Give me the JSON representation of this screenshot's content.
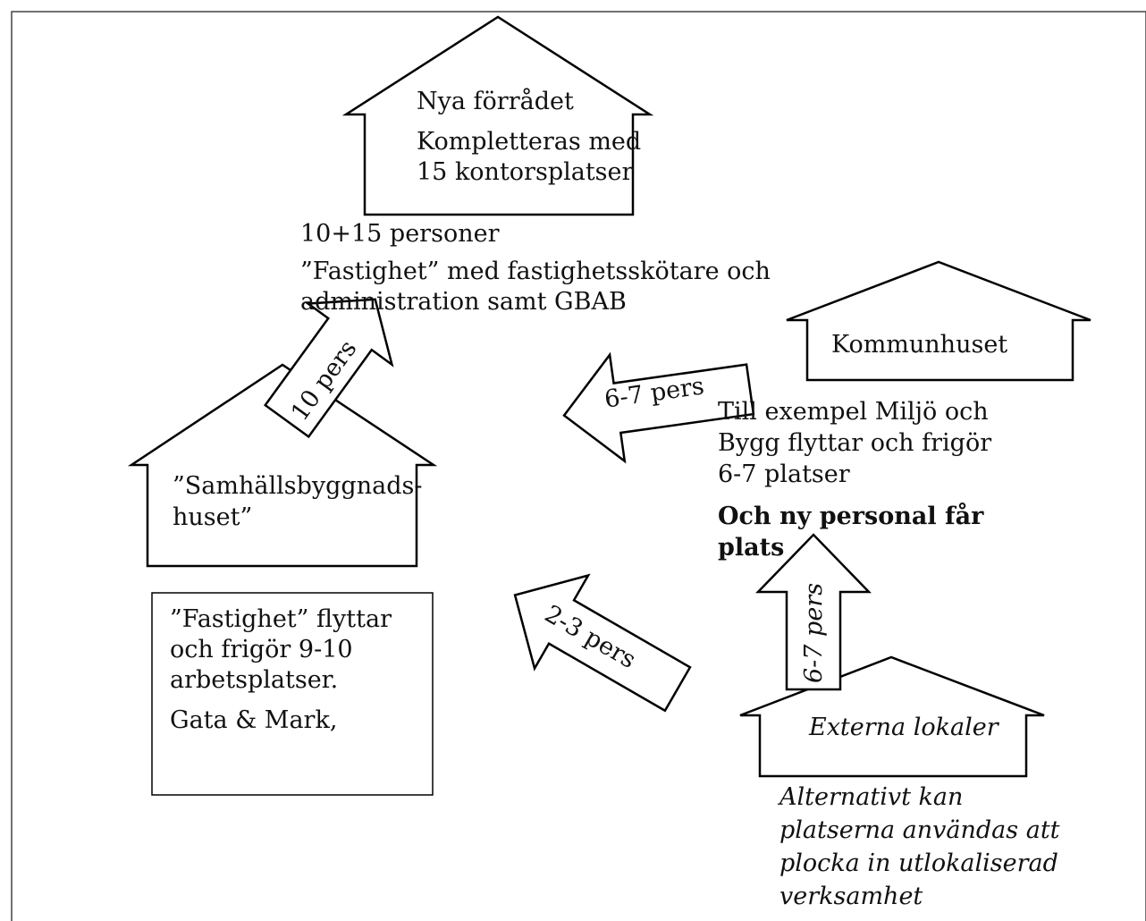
{
  "nya_forradet": {
    "name": "Nya förrådet",
    "note_line1": "Kompletteras med",
    "note_line2": "15 kontorsplatser"
  },
  "fastighet_note": {
    "count": "10+15 personer",
    "line1": "”Fastighet” med fastighetsskötare och",
    "line2": "administration samt GBAB"
  },
  "samhallsbyggnadshuset": {
    "line1": "”Samhällsbyggnads-",
    "line2": "huset”"
  },
  "fastighet_box": {
    "line1": "”Fastighet” flyttar",
    "line2": "och frigör 9-10",
    "line3": "arbetsplatser.",
    "line4": "Gata & Mark,"
  },
  "kommunhuset": {
    "name": "Kommunhuset",
    "note_line1": "Till exempel Miljö och",
    "note_line2": "Bygg flyttar och frigör",
    "note_line3": "6-7 platser",
    "bold_line1": "Och ny personal får",
    "bold_line2": "plats"
  },
  "externa_lokaler": {
    "name": "Externa lokaler",
    "note_line1": "Alternativt kan",
    "note_line2": "platserna användas att",
    "note_line3": "plocka in utlokaliserad",
    "note_line4": "verksamhet"
  },
  "arrows": {
    "to_forradet": "10 pers",
    "from_kommunhuset": "6-7 pers",
    "from_externa": "2-3 pers",
    "to_kommunhuset": "6-7 pers"
  },
  "colors": {
    "stroke": "#000000",
    "fill": "#ffffff",
    "text": "#111111"
  }
}
